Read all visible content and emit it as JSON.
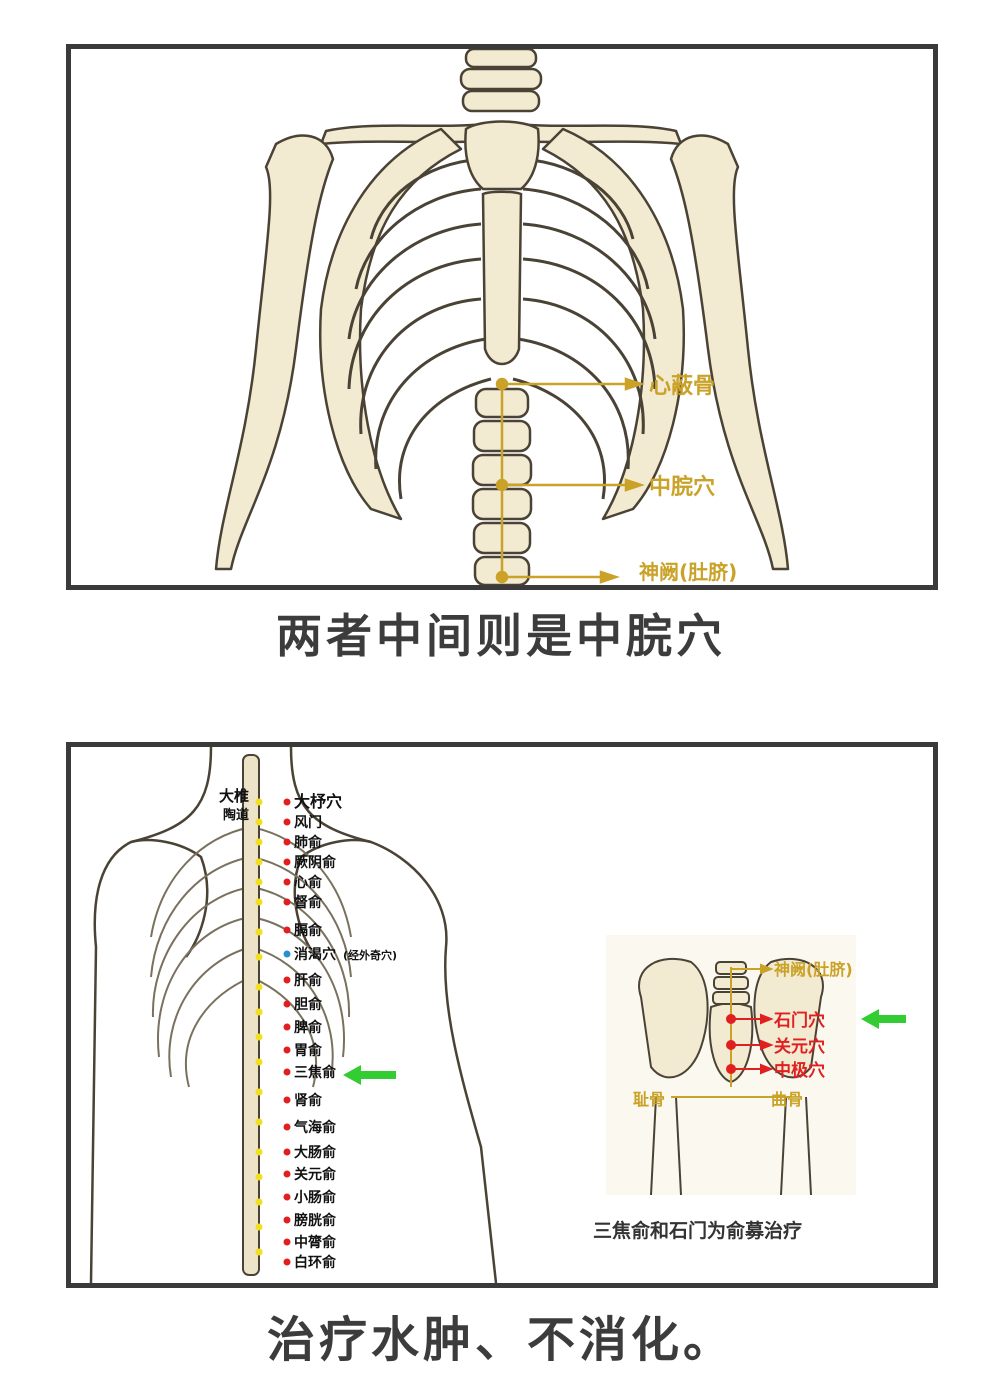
{
  "top_panel": {
    "labels": {
      "xinbigu": "心蔽骨",
      "zhongwan": "中脘穴",
      "shenque": "神阙(肚脐)"
    }
  },
  "captions": {
    "top": "两者中间则是中脘穴",
    "bottom": "治疗水肿、不消化。"
  },
  "bottom_panel": {
    "back_points_left": [
      "大椎",
      "陶道"
    ],
    "back_points_right": [
      "大杼穴",
      "风门",
      "肺俞",
      "厥阴俞",
      "心俞",
      "督俞",
      "膈俞",
      "消渴穴",
      "肝俞",
      "胆俞",
      "脾俞",
      "胃俞",
      "三焦俞",
      "肾俞",
      "气海俞",
      "大肠俞",
      "关元俞",
      "小肠俞",
      "膀胱俞",
      "中膂俞",
      "白环俞"
    ],
    "extra_note": "(经外奇穴)",
    "pelvis_labels": {
      "shenque": "神阙(肚脐)",
      "shimen": "石门穴",
      "guanyuan": "关元穴",
      "zhongji": "中极穴",
      "zhigu": "耻骨",
      "qugu": "曲骨"
    },
    "inset_caption": "三焦俞和石门为俞募治疗"
  },
  "colors": {
    "frame": "#3a3a3a",
    "gold": "#c9a227",
    "red": "#e02020",
    "arrow_green": "#33cc33",
    "bone": "#f3ead2",
    "bone_stroke": "#4a4335",
    "caption": "#3c3c3c"
  }
}
